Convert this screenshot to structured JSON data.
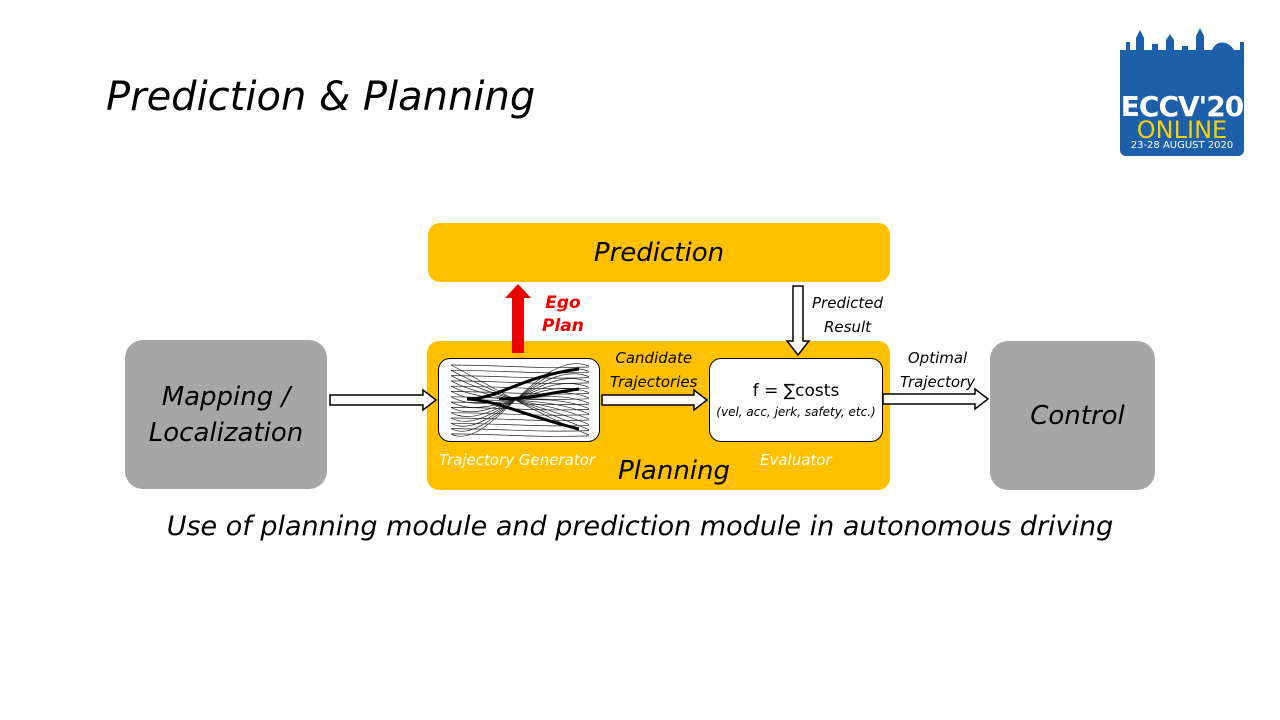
{
  "slide": {
    "title": "Prediction & Planning",
    "caption": "Use of planning module and prediction module in autonomous driving"
  },
  "logo": {
    "line1": "ECCV'20",
    "line2": "ONLINE",
    "line3": "23-28 AUGUST 2020"
  },
  "diagram": {
    "prediction": "Prediction",
    "mapping_line1": "Mapping /",
    "mapping_line2": "Localization",
    "control": "Control",
    "planning": "Planning",
    "trajectory_generator": "Trajectory Generator",
    "evaluator": "Evaluator",
    "formula": "f = ∑costs",
    "formula_sub": "(vel, acc, jerk, safety, etc.)",
    "ego_plan_line1": "Ego",
    "ego_plan_line2": "Plan",
    "predicted_line1": "Predicted",
    "predicted_line2": "Result",
    "candidate_line1": "Candidate",
    "candidate_line2": "Trajectories",
    "optimal_line1": "Optimal",
    "optimal_line2": "Trajectory"
  },
  "colors": {
    "module_yellow": "#ffc000",
    "module_gray": "#a6a6a6",
    "ego_plan_red": "#ee0000",
    "logo_blue": "#1d5fa8",
    "logo_yellow": "#f5d10d"
  }
}
